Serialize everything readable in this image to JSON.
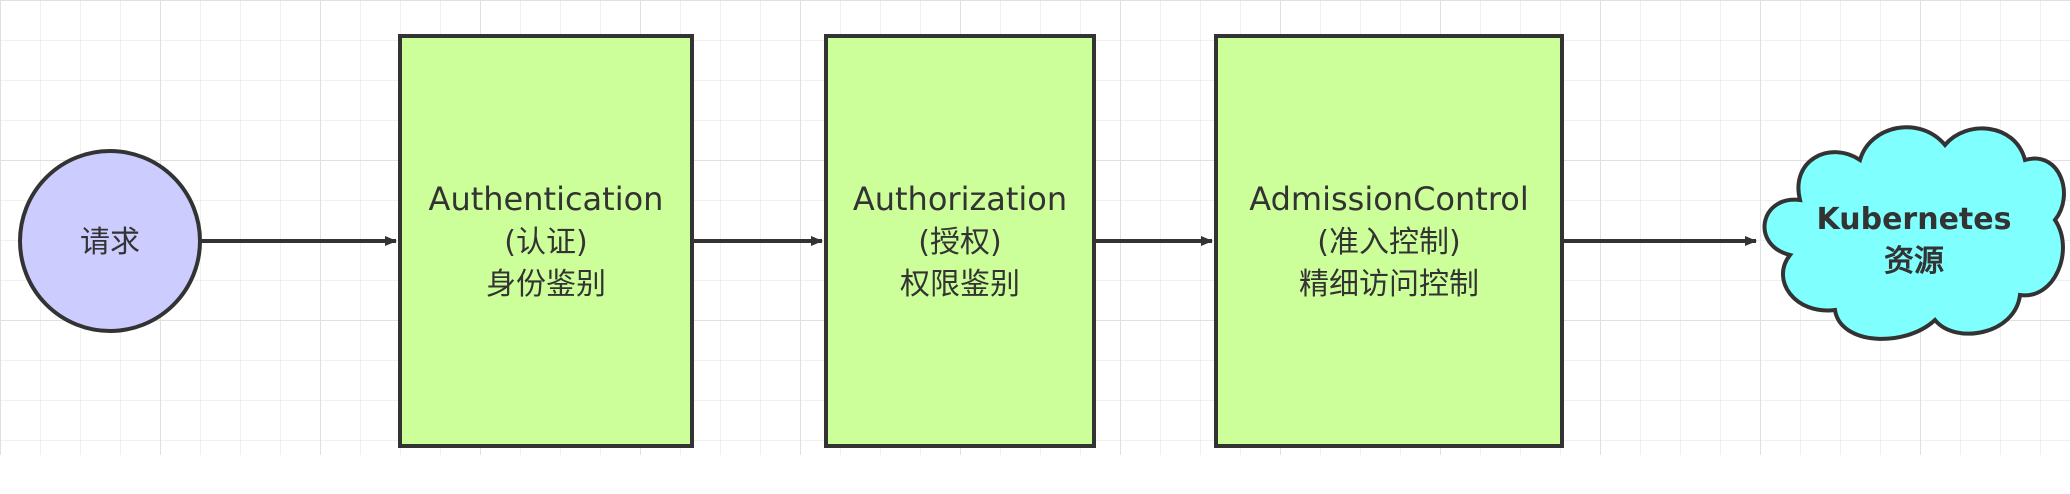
{
  "diagram": {
    "start": {
      "label": "请求",
      "fill": "#ccccff"
    },
    "steps": [
      {
        "lines": [
          "Authentication",
          "(认证)",
          "身份鉴别"
        ]
      },
      {
        "lines": [
          "Authorization",
          "(授权)",
          "权限鉴别"
        ]
      },
      {
        "lines": [
          "AdmissionControl",
          "(准入控制)",
          "精细访问控制"
        ]
      }
    ],
    "target": {
      "lines": [
        "Kubernetes",
        "资源"
      ],
      "fill": "#80ffff"
    },
    "colors": {
      "box_fill": "#ccff99",
      "stroke": "#333333",
      "grid": "#e6e6e6",
      "text": "#333333"
    }
  }
}
